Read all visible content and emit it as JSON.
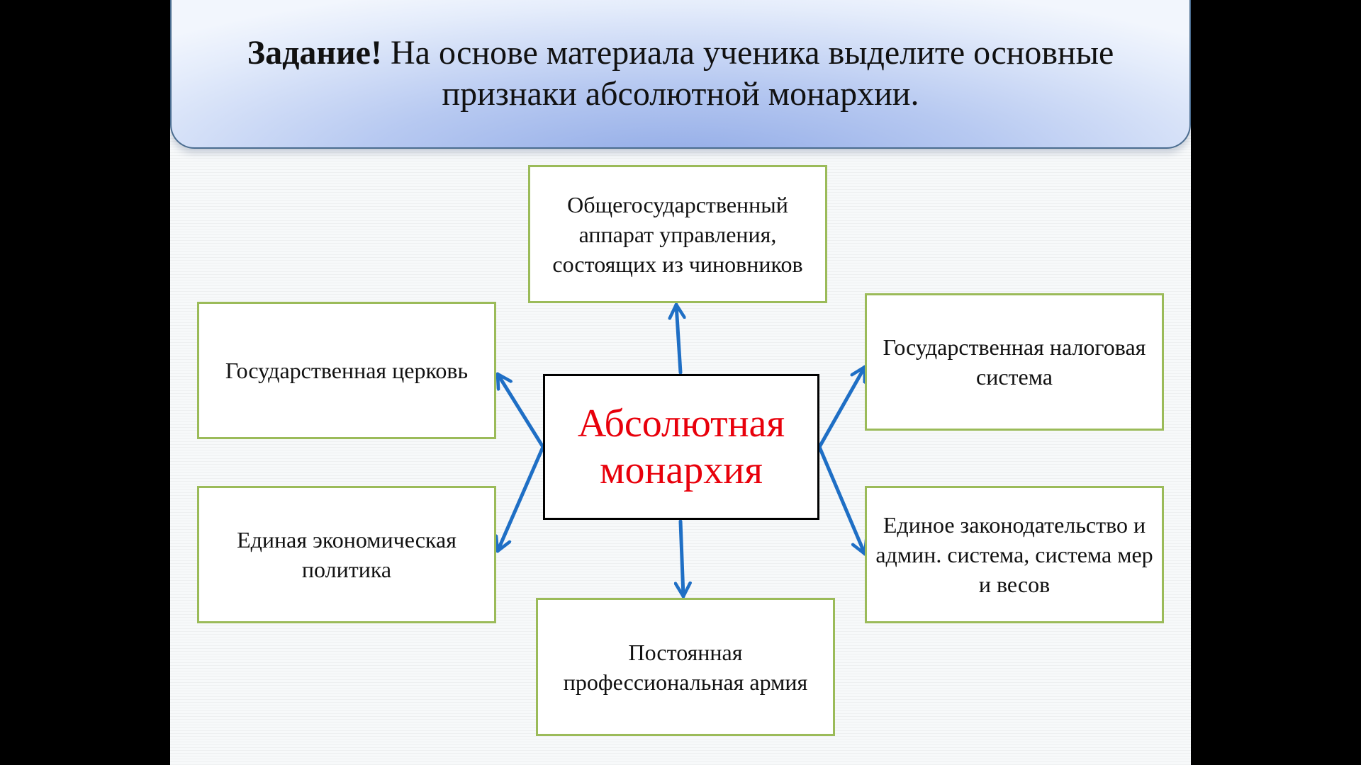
{
  "task": {
    "prefix": "Задание!",
    "text": " На основе материала ученика выделите основные признаки абсолютной монархии."
  },
  "center": {
    "label": "Абсолютная монархия"
  },
  "boxes": {
    "top": "Общегосударственный аппарат управления, состоящих из чиновников",
    "upper_left": "Государственная церковь",
    "upper_right": "Государственная налоговая система",
    "lower_left": "Единая экономическая политика",
    "lower_right": "Единое законодательство и админ. система, система мер и весов",
    "bottom": "Постоянная профессиональная армия"
  },
  "colors": {
    "center_text": "#e8000b",
    "box_border": "#9bbb59",
    "arrow": "#1f6fc5"
  }
}
